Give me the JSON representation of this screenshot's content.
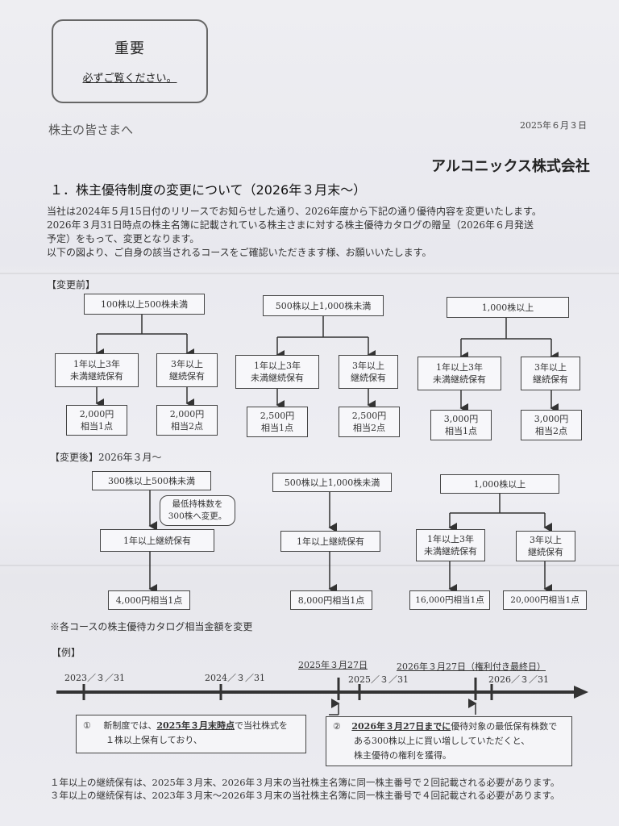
{
  "notice": {
    "title": "重要",
    "subtitle": "必ずご覧ください。"
  },
  "salutation": "株主の皆さまへ",
  "date": "2025年６月３日",
  "company": "アルコニックス株式会社",
  "heading": "１．株主優待制度の変更について（2026年３月末～）",
  "body": [
    "当社は2024年５月15日付のリリースでお知らせした通り、2026年度から下記の通り優待内容を変更いたします。",
    "2026年３月31日時点の株主名簿に記載されている株主さまに対する株主優待カタログの贈呈（2026年６月発送",
    "予定）をもって、変更となります。",
    "以下の図より、ご自身の該当されるコースをご確認いただきます様、お願いいたします。"
  ],
  "before": {
    "label": "【変更前】",
    "groups": [
      {
        "top": "100株以上500株未満",
        "left": "1年以上3年\n未満継続保有",
        "right": "3年以上\n継続保有",
        "left_val": "2,000円\n相当1点",
        "right_val": "2,000円\n相当2点"
      },
      {
        "top": "500株以上1,000株未満",
        "left": "1年以上3年\n未満継続保有",
        "right": "3年以上\n継続保有",
        "left_val": "2,500円\n相当1点",
        "right_val": "2,500円\n相当2点"
      },
      {
        "top": "1,000株以上",
        "left": "1年以上3年\n未満継続保有",
        "right": "3年以上\n継続保有",
        "left_val": "3,000円\n相当1点",
        "right_val": "3,000円\n相当2点"
      }
    ]
  },
  "after": {
    "label": "【変更後】2026年３月～",
    "g1_top": "300株以上500株未満",
    "g1_note": "最低持株数を\n300株へ変更。",
    "g1_mid": "1年以上継続保有",
    "g1_val": "4,000円相当1点",
    "g2_top": "500株以上1,000株未満",
    "g2_mid": "1年以上継続保有",
    "g2_val": "8,000円相当1点",
    "g3_top": "1,000株以上",
    "g3_left": "1年以上3年\n未満継続保有",
    "g3_right": "3年以上\n継続保有",
    "g3_left_val": "16,000円相当1点",
    "g3_right_val": "20,000円相当1点"
  },
  "note_change": "※各コースの株主優待カタログ相当金額を変更",
  "example": {
    "label": "【例】",
    "ticks": [
      "2023／３／31",
      "2024／３／31",
      "2025／３／31",
      "2026／３／31"
    ],
    "mark1": "2025年３月27日",
    "mark2": "2026年３月27日（権利付き最終日）",
    "box1_num": "①",
    "box1_a": "新制度では、",
    "box1_b": "2025年３月末時点",
    "box1_c": "で当社株式を",
    "box1_d": "１株以上保有しており、",
    "box2_num": "②",
    "box2_a": "2026年３月27日までに",
    "box2_b": "優待対象の最低保有株数で",
    "box2_c": "ある300株以上に買い増ししていただくと、",
    "box2_d": "株主優待の権利を獲得。"
  },
  "footer": [
    "１年以上の継続保有は、2025年３月末、2026年３月末の当社株主名簿に同一株主番号で２回記載される必要があります。",
    "３年以上の継続保有は、2023年３月末～2026年３月末の当社株主名簿に同一株主番号で４回記載される必要があります。"
  ]
}
